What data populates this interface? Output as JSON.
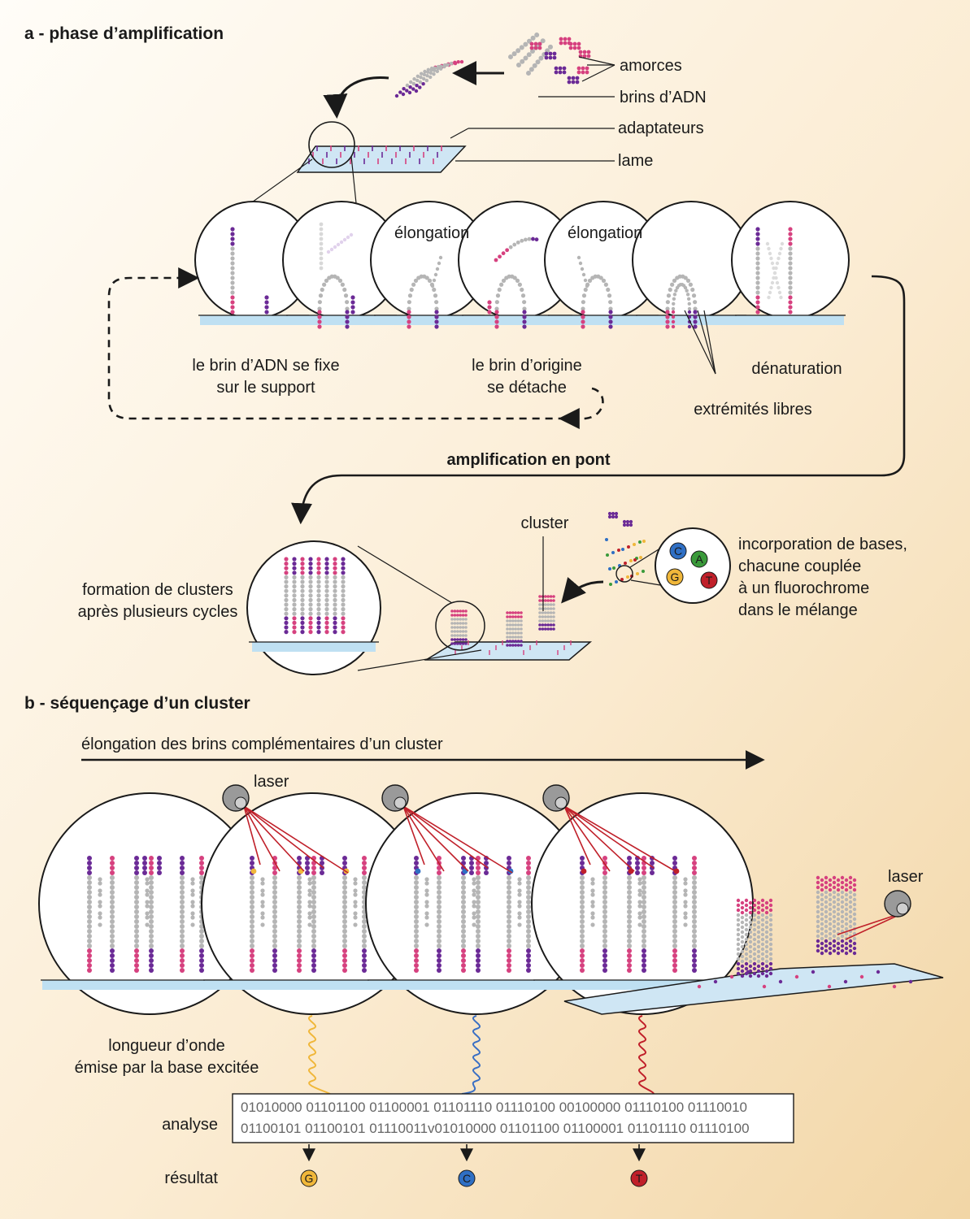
{
  "section_a": {
    "title": "a - phase d’amplification",
    "labels": {
      "primers": "amorces",
      "dna_strands": "brins d’ADN",
      "adapters": "adaptateurs",
      "slide": "lame",
      "elongation_1": "élongation",
      "elongation_2": "élongation",
      "attach_line1": "le brin d’ADN se fixe",
      "attach_line2": "sur le support",
      "detach_line1": "le brin d’origine",
      "detach_line2": "se détache",
      "denaturation": "dénaturation",
      "free_ends": "extrémités libres",
      "bridge": "amplification en pont",
      "cluster": "cluster",
      "cluster_form_line1": "formation de clusters",
      "cluster_form_line2": "après plusieurs cycles",
      "incorp_line1": "incorporation de bases,",
      "incorp_line2": "chacune couplée",
      "incorp_line3": "à un fluorochrome",
      "incorp_line4": "dans le mélange"
    },
    "bases": [
      {
        "letter": "C",
        "color": "#2f6fc4"
      },
      {
        "letter": "A",
        "color": "#3a9a3a"
      },
      {
        "letter": "G",
        "color": "#f0b73a"
      },
      {
        "letter": "T",
        "color": "#c0202a"
      }
    ]
  },
  "section_b": {
    "title": "b - séquençage d’un cluster",
    "elongation_text": "élongation des brins complémentaires  d’un cluster",
    "laser": "laser",
    "laser_2": "laser",
    "wavelength_line1": "longueur d’onde",
    "wavelength_line2": "émise par la base excitée",
    "analysis_label": "analyse",
    "binary_line1": "01010000 01101100 01100001 01101110 01110100 00100000 01110100 01110010",
    "binary_line2": "01100101 01100101 01110011v01010000 01101100 01100001 01101110 01110100",
    "result_label": "résultat",
    "results": [
      {
        "letter": "G",
        "color": "#f0b73a"
      },
      {
        "letter": "C",
        "color": "#2f6fc4"
      },
      {
        "letter": "T",
        "color": "#c0202a"
      }
    ]
  },
  "colors": {
    "pink": "#d6417f",
    "purple": "#6b2a96",
    "grey": "#b5b5b5",
    "bg_light": "#fffdf8",
    "bg_dark": "#f2d6a6"
  }
}
